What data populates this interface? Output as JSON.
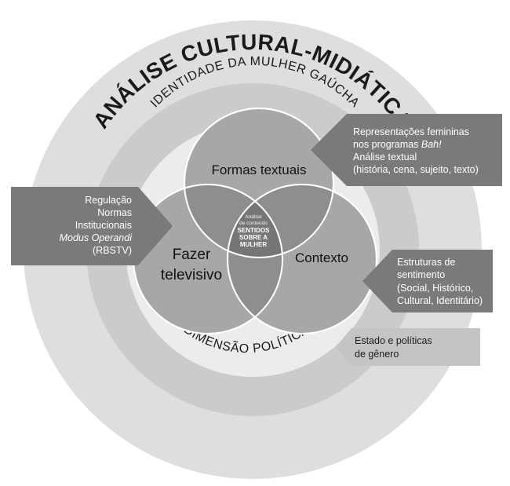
{
  "rings": {
    "outer_label": "ANÁLISE CULTURAL-MIDIÁTICA",
    "middle_label": "IDENTIDADE DA MULHER GAÚCHA",
    "inner_bottom_label": "DIMENSÃO POLÍTICA"
  },
  "circles": {
    "top_label": "Formas textuais",
    "left_label_line1": "Fazer",
    "left_label_line2": "televisivo",
    "right_label": "Contexto"
  },
  "center": {
    "small_line1": "Análise",
    "small_line2": "de conteúdo",
    "bold_line1": "SENTIDOS",
    "bold_line2": "SOBRE A",
    "bold_line3": "MULHER"
  },
  "boxes": {
    "top_right": {
      "line1": "Representações femininas",
      "line2_prefix": "nos programas ",
      "line2_italic": "Bah!",
      "line3": "Análise textual",
      "line4": "(história, cena, sujeito, texto)"
    },
    "left": {
      "line1": "Regulação",
      "line2": "Normas",
      "line3": "Institucionais",
      "line4": "Modus Operandi",
      "line5": "(RBSTV)"
    },
    "mid_right": {
      "line1": "Estruturas de",
      "line2": "sentimento",
      "line3": "(Social, Histórico,",
      "line4": "Cultural, Identitário)"
    },
    "bottom_right": {
      "line1": "Estado e políticas",
      "line2": "de gênero"
    }
  },
  "colors": {
    "outer_ring": "#dedede",
    "middle_ring": "#cbcbcb",
    "inner_ring": "#ececec",
    "venn_fill": "#a7a7a7",
    "venn_overlap": "#868686",
    "box_dark": "#7a7a7a",
    "box_light": "#c4c4c4"
  }
}
